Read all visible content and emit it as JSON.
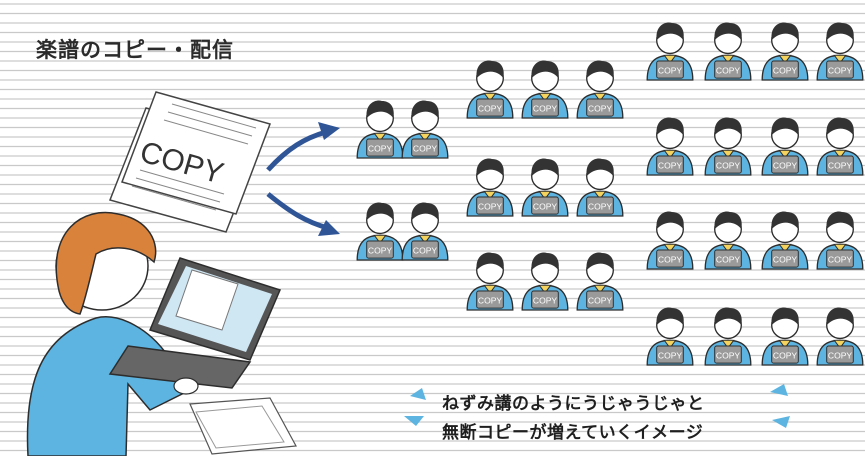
{
  "title": "楽譜のコピー・配信",
  "caption": {
    "line1": "ねずみ講のようにうじゃうじゃと",
    "line2": "無断コピーが増えていくイメージ"
  },
  "copy_label": "COPY",
  "colors": {
    "staff_lines": "#c9c9c9",
    "arrow": "#2f5597",
    "shirt": "#5db4e0",
    "hair": "#333333",
    "skin": "#ffffff",
    "copy_paper": "#9a9a9a",
    "teacher_hair": "#d9823b",
    "drops": "#5db4e0"
  }
}
